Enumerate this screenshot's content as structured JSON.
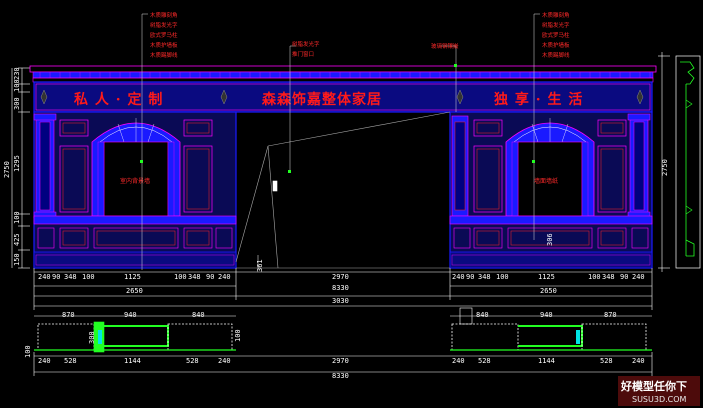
{
  "signboard": {
    "left_slogan": "私 人 · 定 制",
    "center_brand": "森森饰嘉整体家居",
    "right_slogan": "独 享 · 生 活"
  },
  "annotations": {
    "left_notes": [
      "木质雕刻角",
      "树脂发光字",
      "欧式罗马柱",
      "木质护墙板",
      "木质踢脚线"
    ],
    "center_note_1": "树脂发光字",
    "center_note_2": "推门窗口",
    "right_top_note": "玻璃钢镶嵌",
    "right_notes": [
      "木质雕刻角",
      "树脂发光字",
      "欧式罗马柱",
      "木质护墙板",
      "木质踢脚线"
    ],
    "left_panel_label": "室内背景墙",
    "right_panel_label": "墙面墙纸"
  },
  "dimensions": {
    "left_vertical": [
      "230",
      "100",
      "300",
      "2750",
      "1295",
      "100",
      "425",
      "150"
    ],
    "right_height": "2750",
    "elev_bottom_row": [
      "240",
      "90",
      "348",
      "100",
      "1125",
      "100",
      "348",
      "90",
      "240",
      "2970",
      "240",
      "90",
      "348",
      "100",
      "1125",
      "100",
      "348",
      "90",
      "240"
    ],
    "door_offset": "361",
    "center_306": "306",
    "left_span": "2650",
    "right_span": "2650",
    "mid_span": "3030",
    "total": "8330",
    "plan_top": [
      "870",
      "940",
      "840",
      "840",
      "940",
      "870"
    ],
    "plan_bottom": [
      "240",
      "528",
      "1144",
      "528",
      "240",
      "2970",
      "240",
      "528",
      "1144",
      "528",
      "240"
    ],
    "plan_side": [
      "100",
      "300",
      "100"
    ],
    "plan_total": "8330"
  },
  "watermark": {
    "line1": "好模型任你下",
    "line2": "SUSU3D.COM"
  },
  "colors": {
    "background": "#000000",
    "wall_blue": "#1a1aff",
    "magenta": "#ff00ff",
    "red": "#ff2020",
    "green": "#22ff22",
    "white": "#ffffff",
    "cyan": "#00e5e5"
  }
}
